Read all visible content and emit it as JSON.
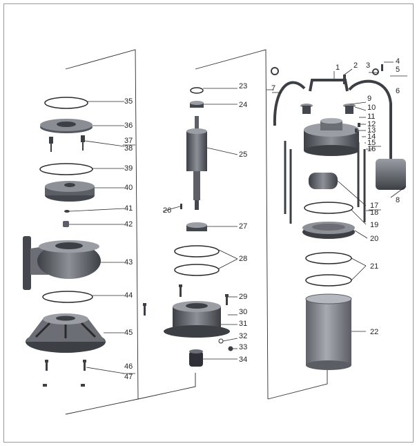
{
  "diagram": {
    "part_numbers": [
      "1",
      "2",
      "3",
      "4",
      "5",
      "6",
      "7",
      "8",
      "9",
      "10",
      "11",
      "12",
      "13",
      "14",
      "15",
      "16",
      "17",
      "18",
      "19",
      "20",
      "21",
      "22",
      "23",
      "24",
      "25",
      "26",
      "27",
      "28",
      "29",
      "30",
      "31",
      "32",
      "33",
      "34",
      "35",
      "36",
      "37",
      "38",
      "39",
      "40",
      "41",
      "42",
      "43",
      "44",
      "45",
      "46",
      "47"
    ]
  },
  "colors": {
    "metal_dark": "#3c3f44",
    "metal_mid": "#6b6f75",
    "metal_light": "#a9adb3",
    "line": "#2a2a2a",
    "frame": "#9a9a9a"
  }
}
